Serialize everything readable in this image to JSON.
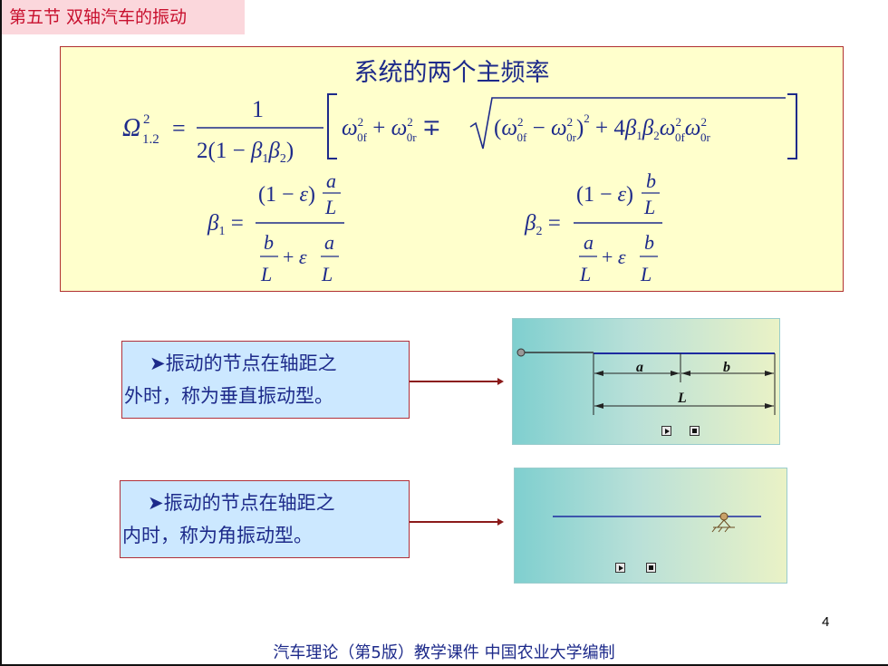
{
  "section_title": "第五节  双轴汽车的振动",
  "formula_box": {
    "title": "系统的两个主频率",
    "omega_lhs": "Ω",
    "omega_sup": "2",
    "omega_sub": "1.2",
    "numerator": "1",
    "denominator": "2(1 − β₁β₂)",
    "bracket_terms": "ω²₀f + ω²₀r ∓ √((ω²₀f − ω²₀r)² + 4β₁β₂ω²₀fω²₀r)",
    "beta1_lhs": "β₁ =",
    "beta1_num": "(1 − ε) a/L",
    "beta1_den": "b/L + ε a/L",
    "beta2_lhs": "β₂ =",
    "beta2_num": "(1 − ε) b/L",
    "beta2_den": "a/L + ε b/L"
  },
  "callouts": [
    {
      "line1": "➤振动的节点在轴距之",
      "line2": "外时，称为垂直振动型。"
    },
    {
      "line1": "➤振动的节点在轴距之",
      "line2": "内时，称为角振动型。"
    }
  ],
  "diagram_labels": {
    "a": "a",
    "b": "b",
    "L": "L"
  },
  "page_number": "4",
  "footer": "汽车理论（第5版）教学课件   中国农业大学编制",
  "colors": {
    "title_red": "#c8102e",
    "navy": "#1d2a8a",
    "formula_bg": "#ffffcc",
    "callout_bg": "#cce8ff"
  }
}
